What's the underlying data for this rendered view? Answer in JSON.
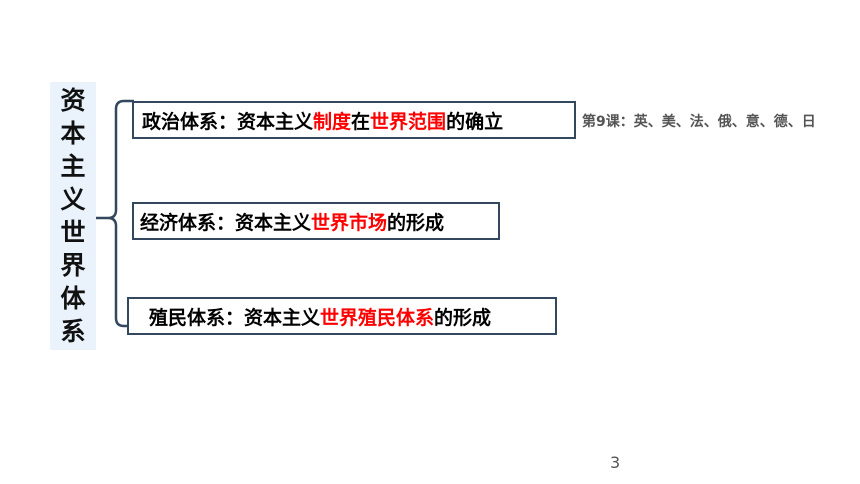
{
  "title_chars": [
    "资",
    "本",
    "主",
    "义",
    "世",
    "界",
    "体",
    "系"
  ],
  "items": [
    {
      "prefix": "政治体系：资本主义",
      "r1": "制度",
      "m": "在",
      "r2": "世界范围",
      "suffix": "的确立"
    },
    {
      "prefix": "经济体系：资本主义",
      "r1": "世界市场",
      "m": "",
      "r2": "",
      "suffix": "的形成"
    },
    {
      "prefix": "殖民体系：资本主义",
      "r1": "世界殖民体系",
      "m": "",
      "r2": "",
      "suffix": "的形成"
    }
  ],
  "note": "第9课：英、美、法、俄、意、德、日",
  "page_number": "3",
  "colors": {
    "highlight": "#ff0000",
    "box_border": "#33485e",
    "title_bg": "#eaf3fb"
  }
}
